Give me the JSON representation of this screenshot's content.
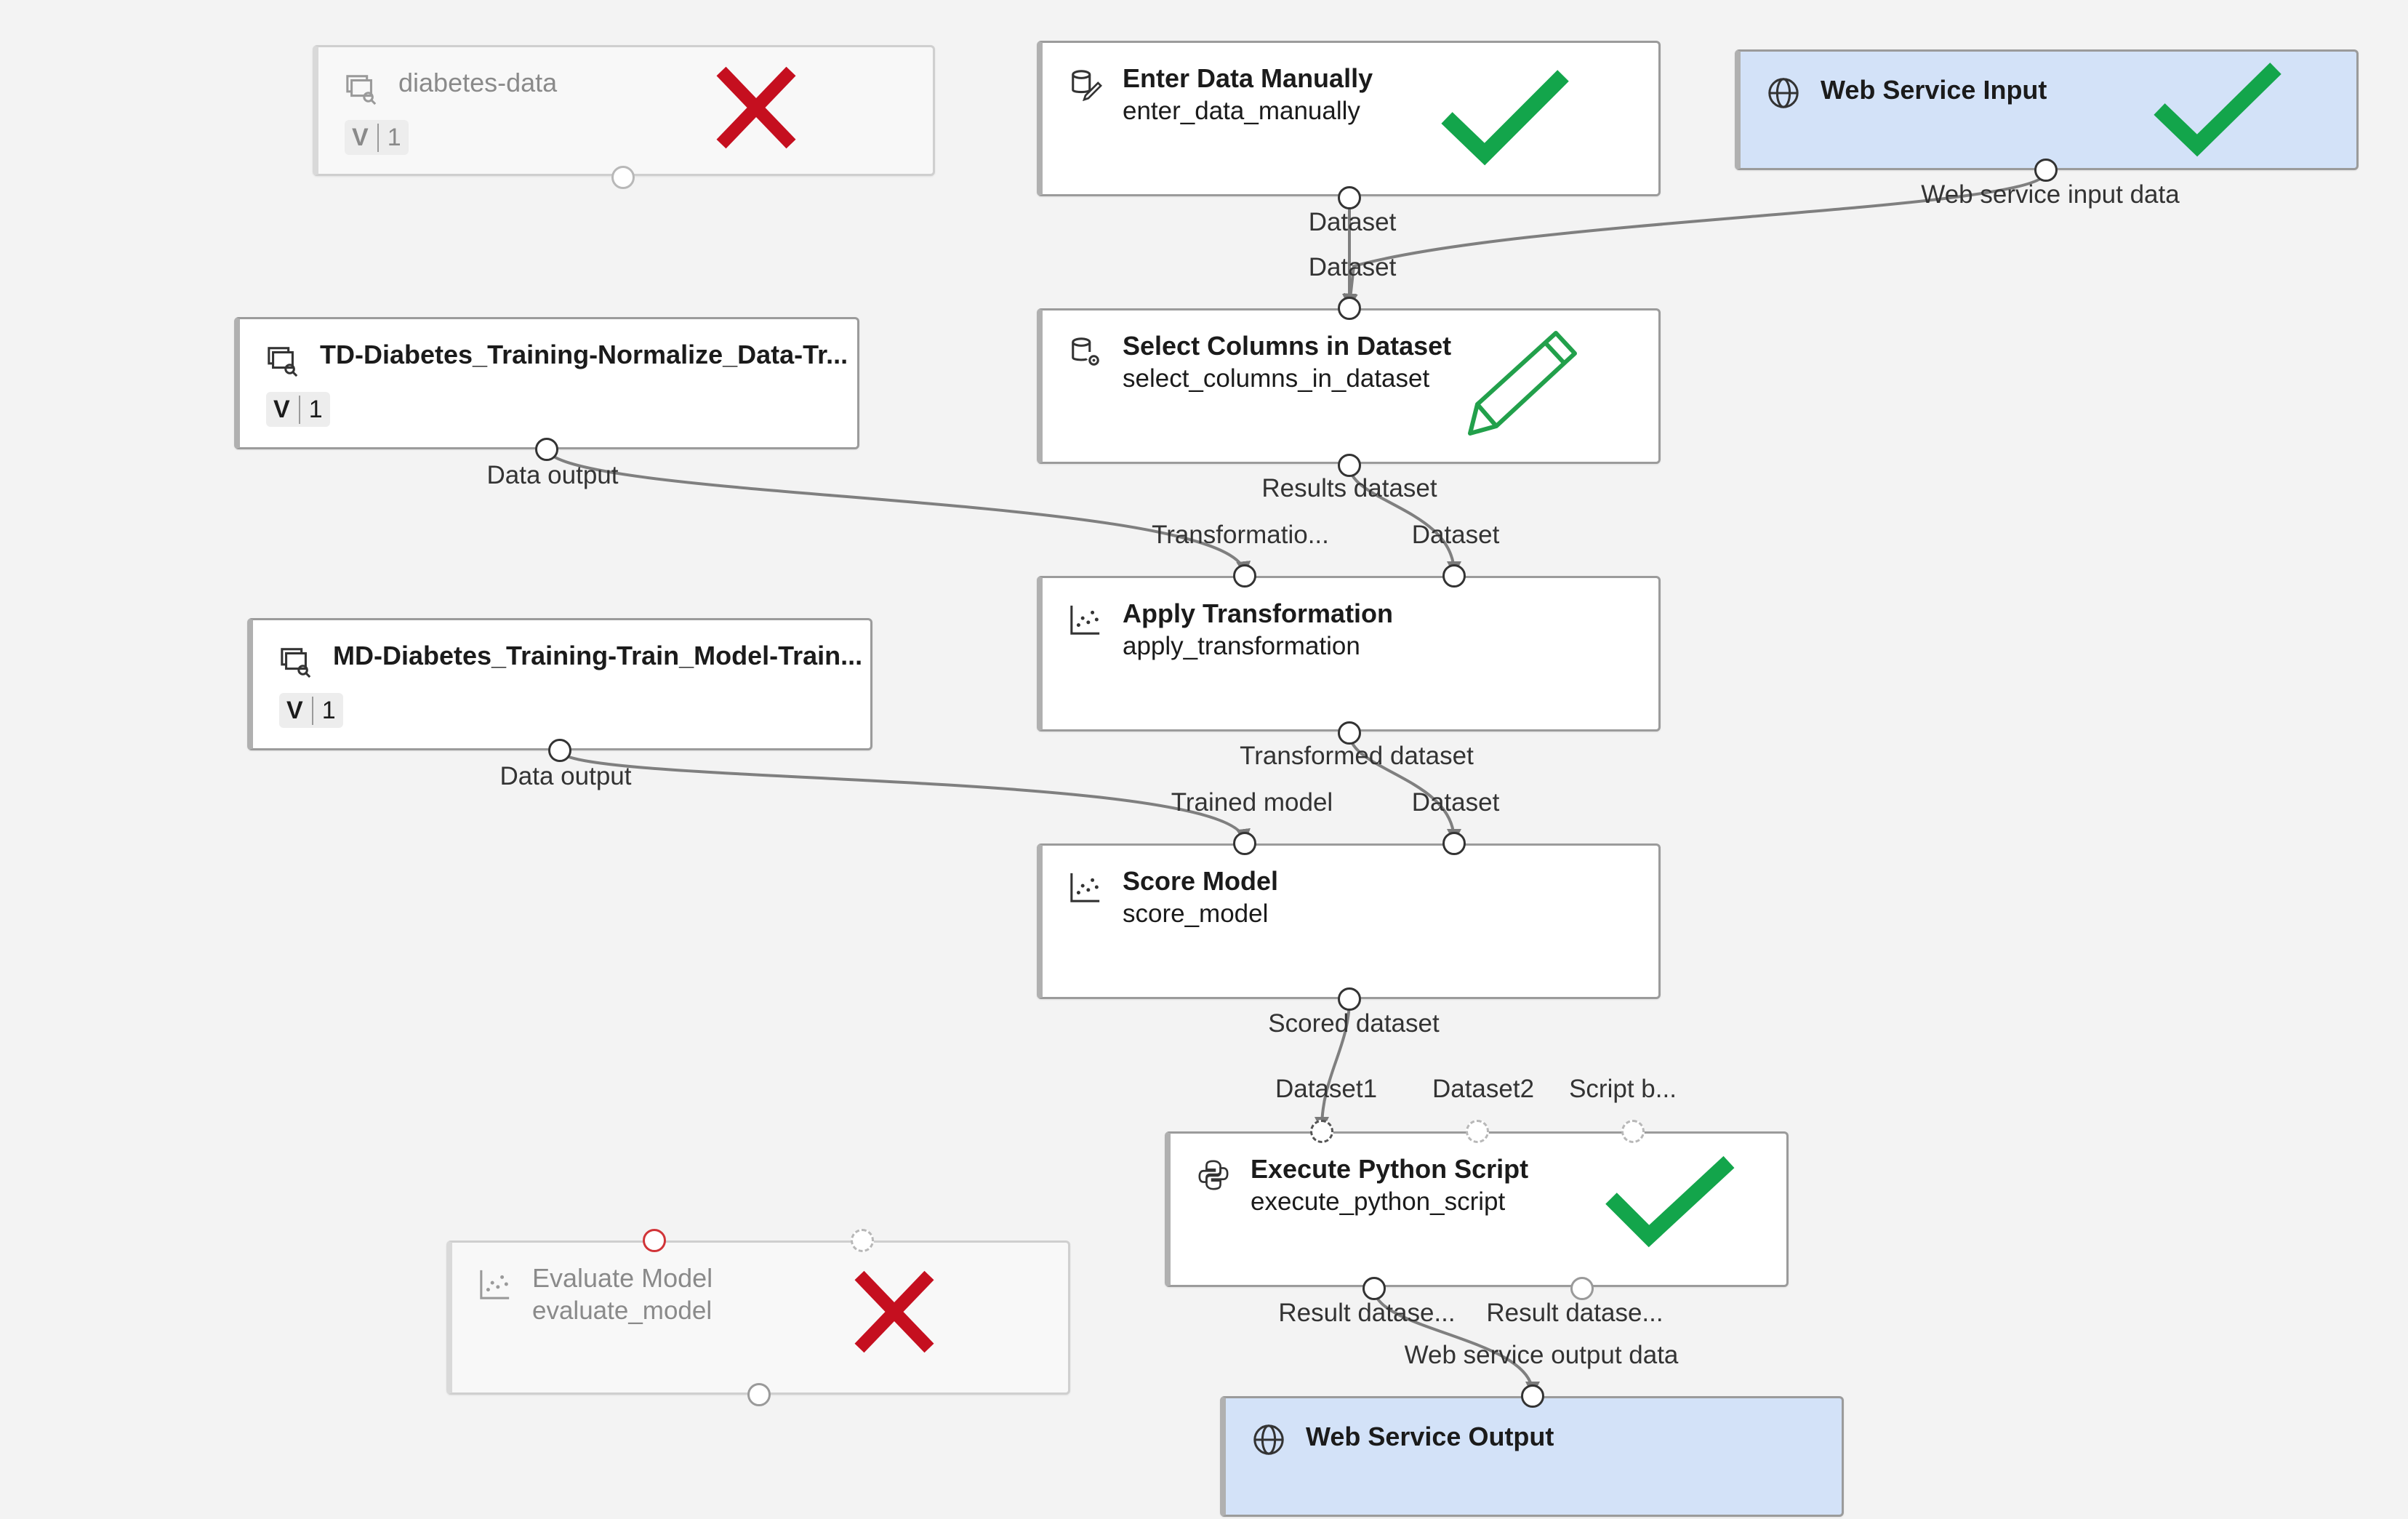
{
  "colors": {
    "check": "#13a54b",
    "cross": "#c50f1f",
    "pencil": "#22a04b",
    "web_service_fill": "#d3e2f8"
  },
  "nodes": {
    "diabetes_data": {
      "title": "diabetes-data",
      "version_key": "V",
      "version_num": "1",
      "icon": "dataset-icon",
      "status": "excluded"
    },
    "enter_data": {
      "title": "Enter Data Manually",
      "subtitle": "enter_data_manually",
      "icon": "data-entry-icon",
      "status": "included",
      "out_port": "Dataset"
    },
    "web_input": {
      "title": "Web Service Input",
      "icon": "globe-icon",
      "status": "included",
      "out_port": "Web service input data"
    },
    "select_columns": {
      "title": "Select Columns in Dataset",
      "subtitle": "select_columns_in_dataset",
      "icon": "data-transform-icon",
      "status": "edit",
      "in_port": "Dataset",
      "out_port": "Results dataset"
    },
    "td_normalize": {
      "title": "TD-Diabetes_Training-Normalize_Data-Tr...",
      "version_key": "V",
      "version_num": "1",
      "icon": "dataset-icon",
      "out_port": "Data output"
    },
    "apply_transform": {
      "title": "Apply Transformation",
      "subtitle": "apply_transformation",
      "icon": "scatter-icon",
      "in_ports": [
        "Transformatio...",
        "Dataset"
      ],
      "out_port": "Transformed dataset"
    },
    "md_train": {
      "title": "MD-Diabetes_Training-Train_Model-Train...",
      "version_key": "V",
      "version_num": "1",
      "icon": "dataset-icon",
      "out_port": "Data output"
    },
    "score_model": {
      "title": "Score Model",
      "subtitle": "score_model",
      "icon": "scatter-icon",
      "in_ports": [
        "Trained model",
        "Dataset"
      ],
      "out_port": "Scored dataset"
    },
    "python_script": {
      "title": "Execute Python Script",
      "subtitle": "execute_python_script",
      "icon": "python-icon",
      "status": "included",
      "in_ports": [
        "Dataset1",
        "Dataset2",
        "Script b..."
      ],
      "out_ports": [
        "Result datase...",
        "Result datase..."
      ]
    },
    "evaluate_model": {
      "title": "Evaluate Model",
      "subtitle": "evaluate_model",
      "icon": "scatter-icon",
      "status": "excluded"
    },
    "web_output": {
      "title": "Web Service Output",
      "icon": "globe-icon",
      "in_port": "Web service output data"
    }
  }
}
